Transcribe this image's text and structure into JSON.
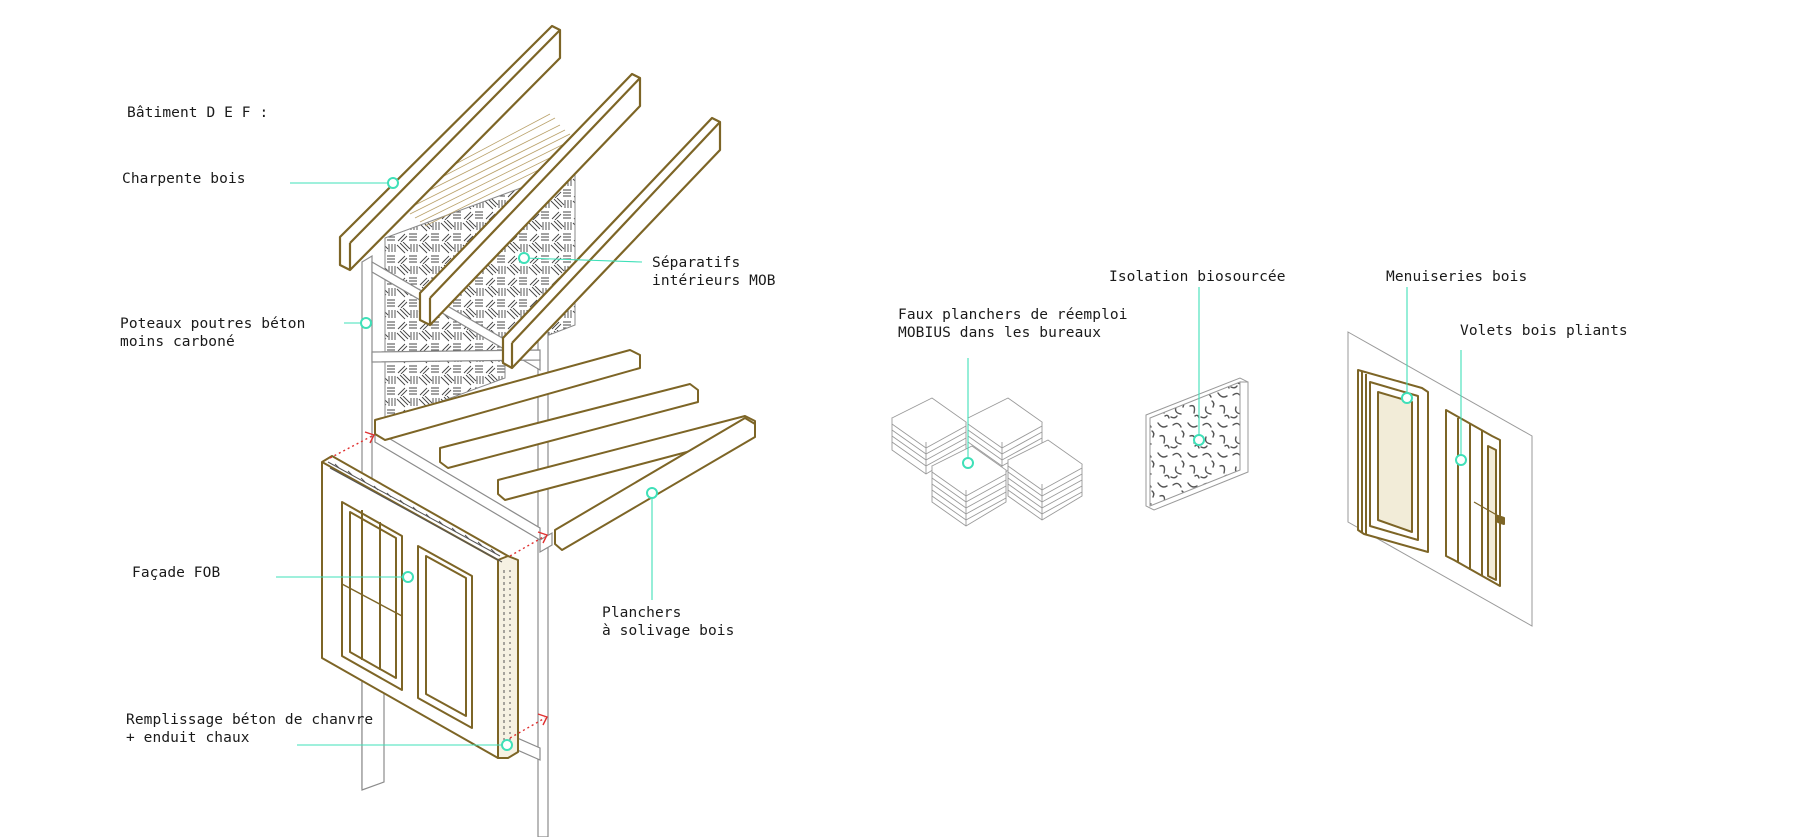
{
  "title": "Bâtiment D E F :",
  "colors": {
    "wood": "#7d6526",
    "leader": "#3fe0b8",
    "line": "#8a8a8a",
    "arrow": "#e03030",
    "text": "#1a1a1a"
  },
  "labels": {
    "charpente": "Charpente bois",
    "separatifs_1": "Séparatifs",
    "separatifs_2": "intérieurs MOB",
    "poteaux_1": "Poteaux poutres béton",
    "poteaux_2": "moins carboné",
    "facade": "Façade FOB",
    "planchers_1": "Planchers",
    "planchers_2": "à solivage bois",
    "remplissage_1": "Remplissage béton de chanvre",
    "remplissage_2": "+ enduit chaux",
    "faux_1": "Faux planchers de réemploi",
    "faux_2": "MOBIUS dans les bureaux",
    "isolation": "Isolation biosourcée",
    "menuiseries": "Menuiseries bois",
    "volets": "Volets bois pliants"
  }
}
